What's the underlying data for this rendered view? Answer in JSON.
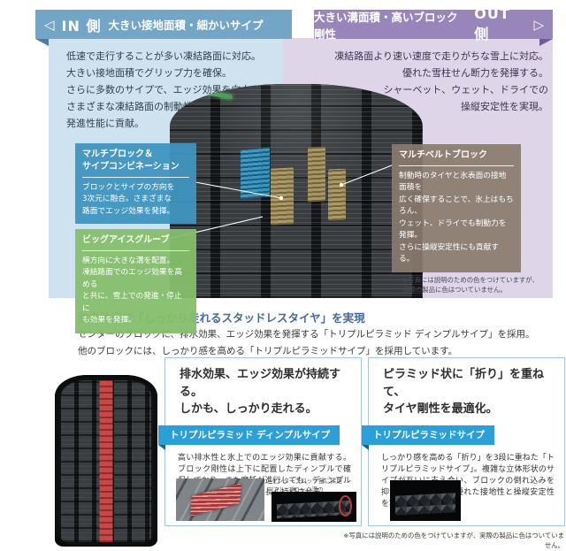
{
  "hero": {
    "left": {
      "banner": {
        "arrow_icon": "◁",
        "side": "IN 側",
        "title": "大きい接地面積・細かいサイプ"
      },
      "body": "低速で走行することが多い凍結路面に対応。\n大きい接地面積でグリップ力を確保。\nさらに多数のサイプで、エッジ効果を向上。\nさまざまな凍結路面の制動性能と\n発進性能に貢献。"
    },
    "right": {
      "banner": {
        "title": "大きい溝面積・高いブロック剛性",
        "side": "OUT 側",
        "arrow_icon": "▷"
      },
      "body": "凍結路面より速い速度で走りがちな雪上に対応。\n優れた雪柱せん断力を発揮する。\nシャーベット、ウェット、ドライでの\n操縦安定性を実現。"
    },
    "callouts": {
      "multi_block": {
        "title": "マルチブロック＆\nサイプコンビネーション",
        "body": "ブロックとサイプの方向を\n3次元に融合。さまざまな\n路面でエッジ効果を発揮。"
      },
      "big_ice": {
        "title": "ビッグアイスグルーブ",
        "body": "横方向に大きな溝を配置。\n凍結路面でのエッジ効果を高める\nと共に、雪上での発進・停止に\nも効果を発揮。"
      },
      "multi_belt": {
        "title": "マルチベルトブロック",
        "body": "制動時のタイヤと氷表面の接地面積を\n広く確保することで、氷上はもちろん、\nウェット、ドライでも制動力を発揮。\nさらに操縦安定性にも貢献する。"
      }
    },
    "photo_note": "※写真には説明のための色をつけていますが、\n実際の製品に色はついていません。"
  },
  "tech": {
    "heading": "独自技術で「しっかり走れるスタッドレスタイヤ」を実現",
    "intro": "センターのブロックに、排水効果、エッジ効果を発揮する「トリプルピラミッド ディンプルサイプ」を採用。\n他のブロックには、しっかり感を高める「トリプルピラミッドサイプ」を採用しています。",
    "cards": [
      {
        "heading": "排水効果、エッジ効果が持続する。\nしかも、しっかり走れる。",
        "badge": "トリプルピラミッド ディンプルサイプ",
        "body": "高い排水性と氷上でのエッジ効果に貢献する。ブロック剛性は上下に配置したディンプルで確保しており、また摩耗が進行しても、ディンプルの角がエッジ効果をより長く持続させる。",
        "caption": "センターブロック部に採用(左)。ブロック溝の\n深い切り込み部の内部構造が下の写真"
      },
      {
        "heading": "ピラミッド状に「折り」を重ねて、\nタイヤ剛性を最適化。",
        "badge": "トリプルピラミッドサイプ",
        "body": "しっかり感を高める「折り」を3段に重ねた「トリプルピラミッドサイプ」。複雑な立体形状のサイプが互いに支え合い、ブロックの倒れ込みを抑制。これにより、優れた接地性と操縦安定性を実現する。"
      }
    ],
    "photo_note": "※写真には説明のための色をつけていますが、実際の製品に色はついていません。"
  },
  "colors": {
    "banner_blue": "#73A5C6",
    "banner_purple": "#9886BB",
    "panel_blue": "#CFE2F0",
    "panel_purple": "#DED5E8",
    "callout_blue": "#3E95C0",
    "callout_green": "#85BE6B",
    "callout_taupe": "#8A7B6E",
    "badge_blue": "#2BA0D8",
    "heading_blue": "#4468A6",
    "highlight_blue": "#3FA6D4",
    "highlight_tan": "#B7A36B",
    "highlight_green": "#54B45E",
    "highlight_red": "#C84848"
  }
}
